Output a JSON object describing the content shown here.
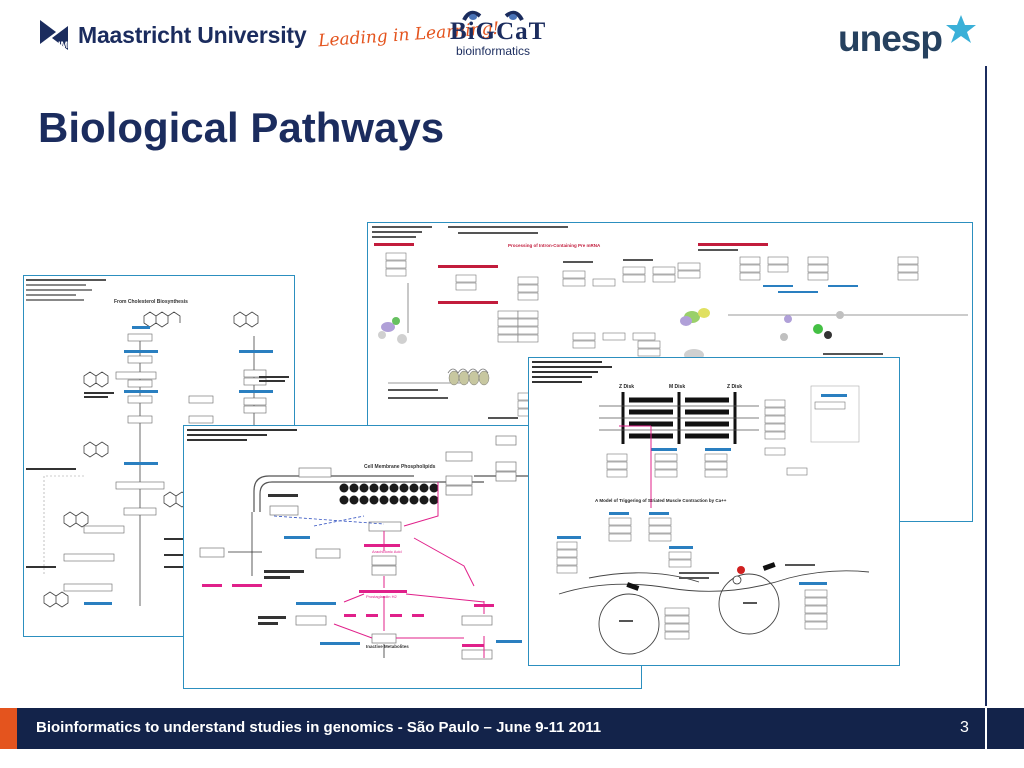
{
  "header": {
    "maastricht_name": "Maastricht University",
    "maastricht_tagline": "Leading in Learning!",
    "bigcat_name": "BiGCaT",
    "bigcat_sub": "bioinformatics",
    "unesp_name": "unesp"
  },
  "slide": {
    "title": "Biological Pathways"
  },
  "footer": {
    "text": "Bioinformatics to understand studies in genomics - São Paulo – June 9-11 2011",
    "page_number": "3"
  },
  "pathways": {
    "steroid_title": "From Cholesterol Biosynthesis",
    "prostaglandin_header": "Cell Membrane Phospholipids",
    "prostaglandin_nodes": [
      "Arachidonic Acid",
      "Prostaglandin H2",
      "Inactive Metabolites"
    ],
    "muscle_title": "A Model of Triggering of Striated Muscle Contraction by Ca++",
    "muscle_labels": [
      "Z Disk",
      "M Disk",
      "Z Disk"
    ],
    "mrna_title": "Processing of Intron-Containing Pre mRNA"
  },
  "colors": {
    "navy": "#1b2c5e",
    "accent_orange": "#e4541e",
    "panel_border": "#2c8fbf",
    "pathway_magenta": "#e0208a"
  }
}
